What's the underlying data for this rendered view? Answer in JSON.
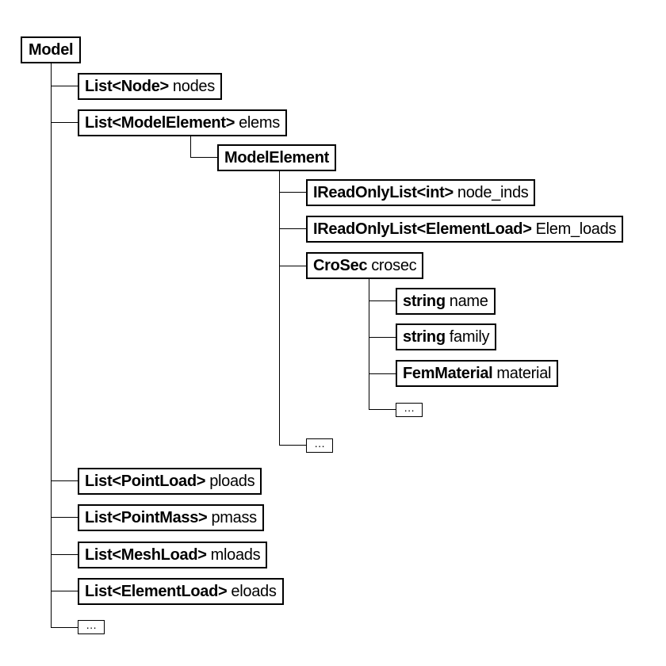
{
  "tree": {
    "root": "Model",
    "model_members": [
      {
        "type": "List<Node>",
        "name": "nodes"
      },
      {
        "type": "List<ModelElement>",
        "name": "elems"
      },
      {
        "type": "List<PointLoad>",
        "name": "ploads"
      },
      {
        "type": "List<PointMass>",
        "name": "pmass"
      },
      {
        "type": "List<MeshLoad>",
        "name": "mloads"
      },
      {
        "type": "List<ElementLoad>",
        "name": "eloads"
      }
    ],
    "model_more": "…",
    "model_element": "ModelElement",
    "element_members": [
      {
        "type": "IReadOnlyList<int>",
        "name": "node_inds"
      },
      {
        "type": "IReadOnlyList<ElementLoad>",
        "name": "Elem_loads"
      },
      {
        "type": "CroSec",
        "name": "crosec"
      }
    ],
    "element_more": "…",
    "crosec_members": [
      {
        "type": "string",
        "name": "name"
      },
      {
        "type": "string",
        "name": "family"
      },
      {
        "type": "FemMaterial",
        "name": "material"
      }
    ],
    "crosec_more": "…"
  }
}
